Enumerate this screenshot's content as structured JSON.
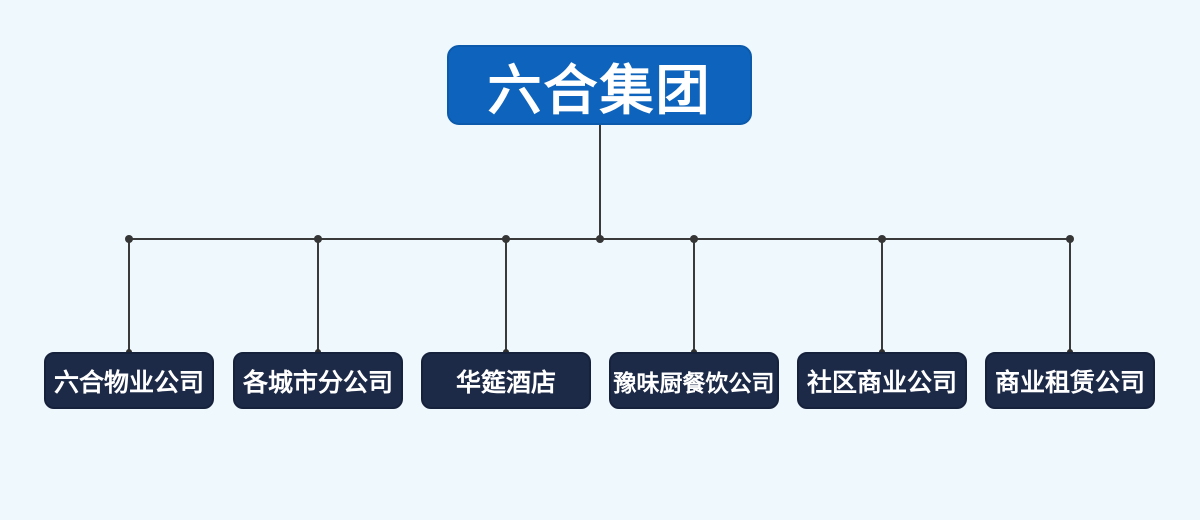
{
  "org_chart": {
    "root": {
      "label": "六合集团"
    },
    "children": [
      {
        "label": "六合物业公司"
      },
      {
        "label": "各城市分公司"
      },
      {
        "label": "华筵酒店"
      },
      {
        "label": "豫味厨餐饮公司"
      },
      {
        "label": "社区商业公司"
      },
      {
        "label": "商业租赁公司"
      }
    ],
    "colors": {
      "background": "#EFF8FD",
      "root_box": "#0E64BC",
      "child_box": "#1D2A47",
      "connector_line": "#3A3A3A",
      "text": "#FFFFFF"
    }
  }
}
